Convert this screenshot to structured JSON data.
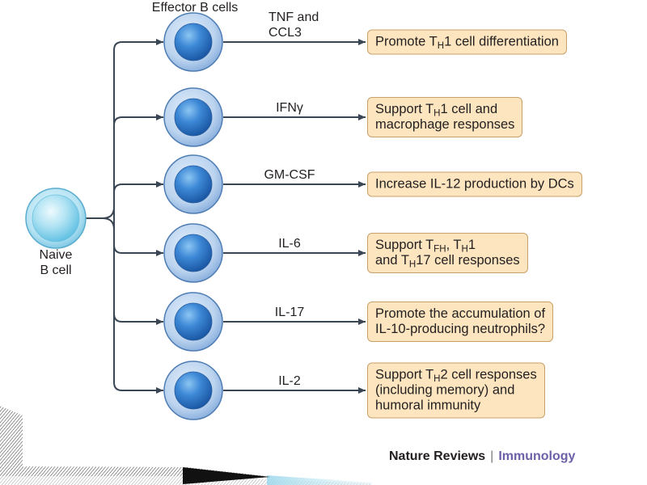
{
  "title": "Effector B cells",
  "naive_cell": {
    "label_lines": [
      "Naive",
      "B cell"
    ]
  },
  "rows": [
    {
      "cytokine_lines": [
        "TNF and",
        "CCL3"
      ],
      "effect_lines": [
        [
          {
            "text": "Promote T"
          },
          {
            "text": "H",
            "subscript": true
          },
          {
            "text": "1 cell differentiation"
          }
        ]
      ]
    },
    {
      "cytokine_lines": [
        "IFNγ"
      ],
      "effect_lines": [
        [
          {
            "text": "Support T"
          },
          {
            "text": "H",
            "subscript": true
          },
          {
            "text": "1 cell and"
          }
        ],
        [
          {
            "text": "macrophage responses"
          }
        ]
      ]
    },
    {
      "cytokine_lines": [
        "GM-CSF"
      ],
      "effect_lines": [
        [
          {
            "text": "Increase IL-12 production by DCs"
          }
        ]
      ]
    },
    {
      "cytokine_lines": [
        "IL-6"
      ],
      "effect_lines": [
        [
          {
            "text": "Support T"
          },
          {
            "text": "FH",
            "subscript": true
          },
          {
            "text": ", T"
          },
          {
            "text": "H",
            "subscript": true
          },
          {
            "text": "1"
          }
        ],
        [
          {
            "text": "and T"
          },
          {
            "text": "H",
            "subscript": true
          },
          {
            "text": "17 cell responses"
          }
        ]
      ]
    },
    {
      "cytokine_lines": [
        "IL-17"
      ],
      "effect_lines": [
        [
          {
            "text": "Promote the accumulation of"
          }
        ],
        [
          {
            "text": "IL-10-producing neutrophils?"
          }
        ]
      ]
    },
    {
      "cytokine_lines": [
        "IL-2"
      ],
      "effect_lines": [
        [
          {
            "text": "Support T"
          },
          {
            "text": "H",
            "subscript": true
          },
          {
            "text": "2 cell responses"
          }
        ],
        [
          {
            "text": "(including memory) and"
          }
        ],
        [
          {
            "text": "humoral immunity"
          }
        ]
      ]
    }
  ],
  "footer": {
    "journal": "Nature Reviews",
    "separator": "|",
    "section": "Immunology"
  },
  "colors": {
    "connector": "#3a4653",
    "box_fill": "#fce5bf",
    "box_border": "#c8a068",
    "text": "#231f20",
    "journal_accent": "#6d60a8",
    "effector_cell": "#2f74c4",
    "naive_cell": "#8fd3ea"
  }
}
